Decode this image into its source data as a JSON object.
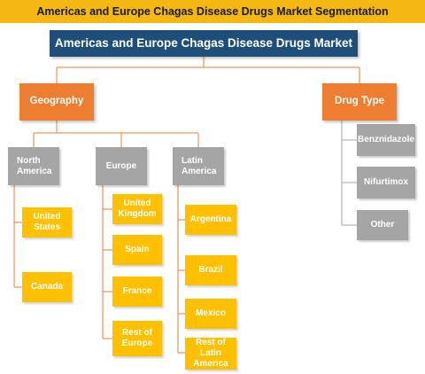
{
  "banner": {
    "title": "Americas and Europe Chagas Disease Drugs Market Segmentation"
  },
  "root": {
    "label": "Americas and Europe Chagas Disease Drugs Market"
  },
  "geography": {
    "label": "Geography",
    "north_america": {
      "label": "North America",
      "items": [
        "United States",
        "Canada"
      ]
    },
    "europe": {
      "label": "Europe",
      "items": [
        "United Kingdom",
        "Spain",
        "France",
        "Rest of Europe"
      ]
    },
    "latin_america": {
      "label": "Latin America",
      "items": [
        "Argentina",
        "Brazil",
        "Mexico",
        "Rest of Latin America"
      ]
    }
  },
  "drug_type": {
    "label": "Drug Type",
    "items": [
      "Benznidazole",
      "Nifurtimox",
      "Other"
    ]
  },
  "colors": {
    "banner": "#f5b712",
    "root": "#1f4e79",
    "level1": "#ed7d31",
    "region": "#a5a5a5",
    "leaf": "#ffc000",
    "connector_orange": "#ed7d31",
    "connector_grey": "#a5a5a5"
  }
}
